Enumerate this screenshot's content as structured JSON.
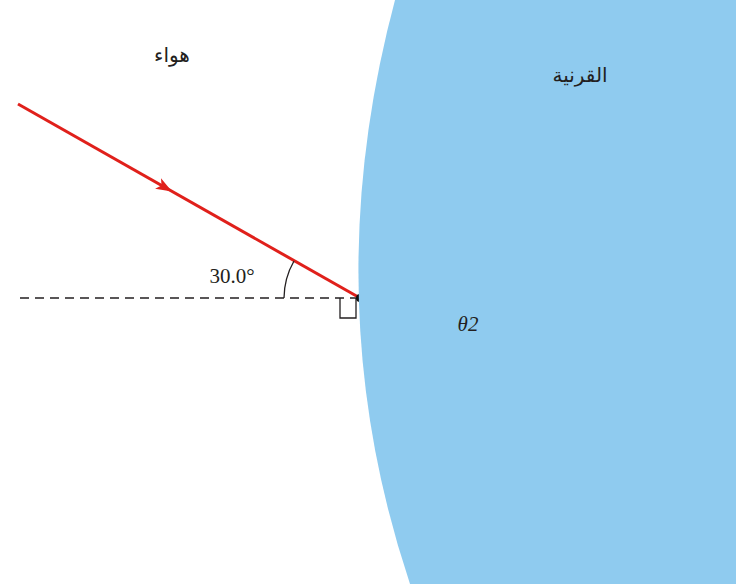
{
  "diagram": {
    "nodes": [
      {
        "text": [
          "القرنية"
        ]
      }
    ],
    "labels": [
      "هواء",
      "30.0°",
      "θ2"
    ]
  }
}
